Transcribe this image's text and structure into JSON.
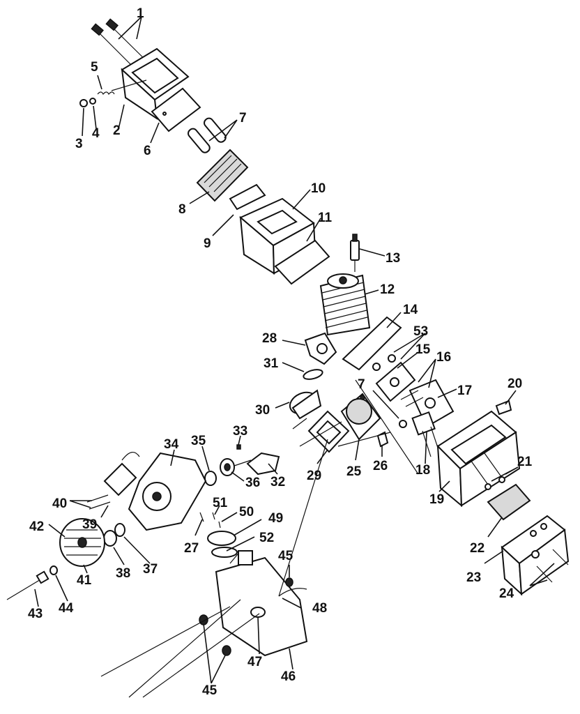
{
  "callouts": {
    "c1": "1",
    "c2": "2",
    "c3": "3",
    "c4": "4",
    "c5": "5",
    "c6": "6",
    "c7a": "7",
    "c7b": "7",
    "c8": "8",
    "c9": "9",
    "c10": "10",
    "c11": "11",
    "c12": "12",
    "c13": "13",
    "c14": "14",
    "c15": "15",
    "c16": "16",
    "c17": "17",
    "c18": "18",
    "c19": "19",
    "c20": "20",
    "c21": "21",
    "c22": "22",
    "c23": "23",
    "c24": "24",
    "c25": "25",
    "c26": "26",
    "c27": "27",
    "c28": "28",
    "c29": "29",
    "c30": "30",
    "c31": "31",
    "c32": "32",
    "c33": "33",
    "c34": "34",
    "c35": "35",
    "c36": "36",
    "c37": "37",
    "c38": "38",
    "c39": "39",
    "c40": "40",
    "c41": "41",
    "c42": "42",
    "c43": "43",
    "c44": "44",
    "c45a": "45",
    "c45b": "45",
    "c46": "46",
    "c47": "47",
    "c48": "48",
    "c49": "49",
    "c50": "50",
    "c51": "51",
    "c52": "52",
    "c53": "53"
  }
}
